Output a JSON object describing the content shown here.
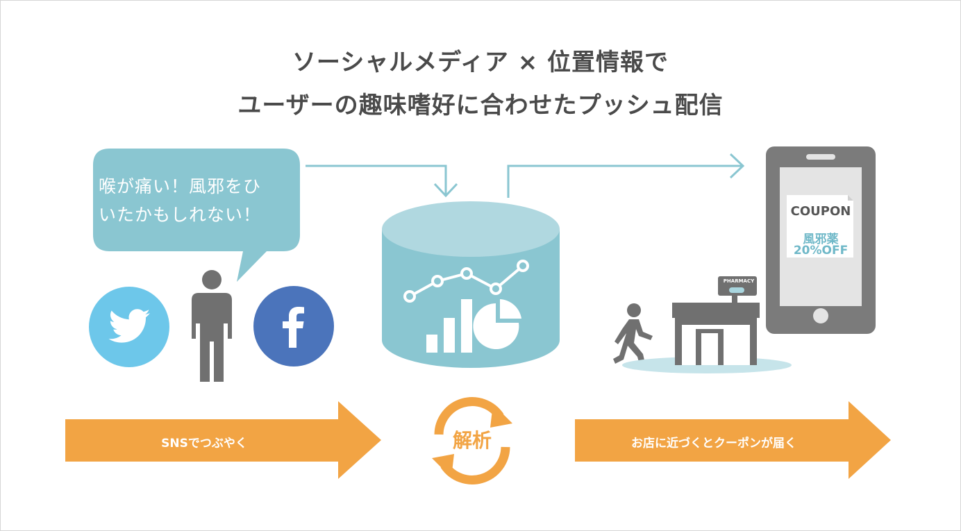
{
  "title": {
    "line1": "ソーシャルメディア × 位置情報で",
    "line2": "ユーザーの趣味嗜好に合わせたプッシュ配信"
  },
  "bubble": {
    "line1": "喉が痛い！風邪をひ",
    "line2": "いたかもしれない！"
  },
  "steps": {
    "left_label": "SNSでつぶやく",
    "center_label": "解析",
    "right_label": "お店に近づくとクーポンが届く"
  },
  "coupon": {
    "title": "COUPON",
    "line1": "風邪薬",
    "line2": "20%OFF"
  },
  "pharmacy_sign": "PHARMACY",
  "icons": [
    "twitter-icon",
    "person-icon",
    "facebook-icon",
    "database-icon",
    "line-chart-icon",
    "bar-chart-icon",
    "pie-chart-icon",
    "refresh-cycle-icon",
    "walking-person-icon",
    "pharmacy-store-icon",
    "smartphone-icon"
  ],
  "colors": {
    "teal": "#8ac6d1",
    "teal_light": "#b0d8e0",
    "orange": "#f2a444",
    "twitter": "#6dc7ea",
    "facebook": "#4b74bb",
    "gray": "#707070",
    "title": "#4a4a4a"
  }
}
